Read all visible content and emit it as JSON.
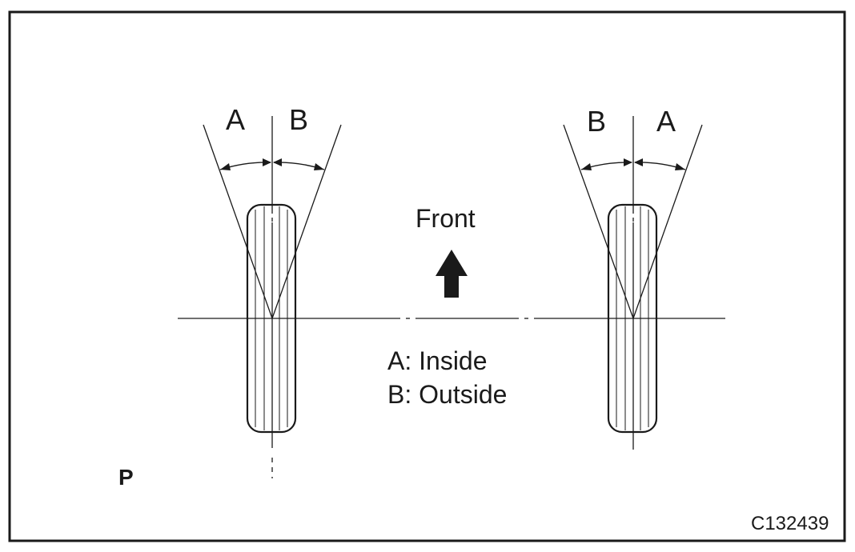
{
  "labels": {
    "left_wheel": {
      "outer_angle": "A",
      "inner_angle": "B"
    },
    "right_wheel": {
      "inner_angle": "B",
      "outer_angle": "A"
    },
    "direction": "Front",
    "legend": [
      "A: Inside",
      "B: Outside"
    ],
    "corner_mark": "P",
    "figure_code": "C132439"
  },
  "colors": {
    "line": "#1a1a1a",
    "background": "#ffffff"
  },
  "icons": {
    "direction_arrow": "up-arrow-icon"
  }
}
